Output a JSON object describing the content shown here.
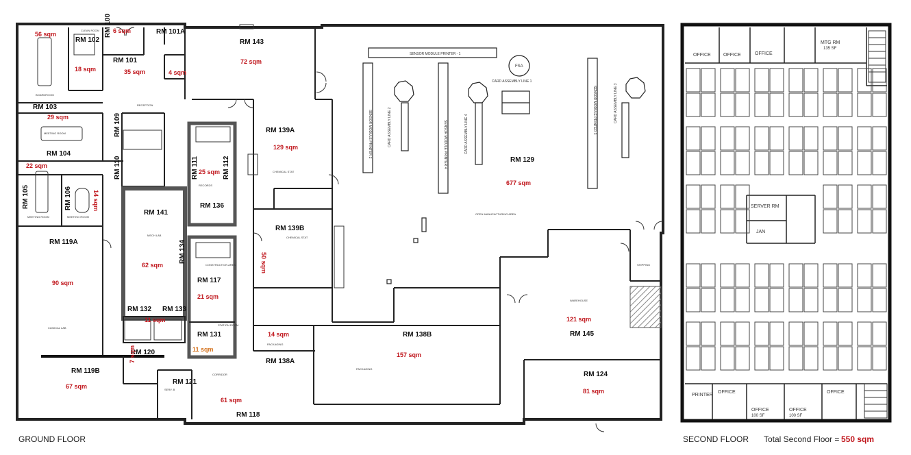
{
  "captions": {
    "ground": "GROUND FLOOR",
    "second": "SECOND FLOOR",
    "total_prefix": "Total Second Floor =",
    "total_value": "550 sqm"
  },
  "rooms": {
    "rm102": "RM 102",
    "rm100": "RM 100",
    "rm101a": "RM 101A",
    "rm101": "RM 101",
    "rm103": "RM 103",
    "rm104": "RM 104",
    "rm109": "RM 109",
    "rm110": "RM 110",
    "rm105": "RM 105",
    "rm106": "RM 106",
    "rm119a": "RM 119A",
    "rm141": "RM 141",
    "rm134": "RM 134",
    "rm111": "RM 111",
    "rm112": "RM 112",
    "rm136": "RM 136",
    "rm117": "RM 117",
    "rm131": "RM 131",
    "rm132": "RM 132",
    "rm133": "RM 133",
    "rm120": "RM 120",
    "rm119b": "RM 119B",
    "rm121": "RM 121",
    "rm118": "RM 118",
    "rm143": "RM 143",
    "rm139a": "RM 139A",
    "rm139b": "RM 139B",
    "rm138a": "RM 138A",
    "rm138b": "RM 138B",
    "rm129": "RM 129",
    "rm145": "RM 145",
    "rm124": "RM 124"
  },
  "areas": {
    "a56": "56 sqm",
    "a6": "6 sqm",
    "a18": "18 sqm",
    "a35": "35 sqm",
    "a4": "4 sqm",
    "a72": "72 sqm",
    "a29": "29 sqm",
    "a129": "129 sqm",
    "a22": "22 sqm",
    "a14v": "14 sqm",
    "a25": "25 sqm",
    "a62": "62 sqm",
    "a90": "90 sqm",
    "a50": "50 sqm",
    "a21": "21 sqm",
    "a11a": "11 sqm",
    "a11b": "11 sqm",
    "a14": "14 sqm",
    "a157": "157 sqm",
    "a7": "7 sqm",
    "a67": "67 sqm",
    "a61": "61 sqm",
    "a121": "121 sqm",
    "a81": "81 sqm",
    "a677": "677 sqm"
  },
  "fixture_labels": {
    "printer1": "SENSOR MODULE PRINTER - 1",
    "printer2": "SENSOR MODULE PRINTER 2",
    "printer4": "SENSOR MODULE PRINTER 4",
    "printer3": "SENSOR MODULE PRINTER 3",
    "line2": "CARD ASSEMBLY LINE 2",
    "line4": "CARD ASSEMBLY LINE 4",
    "line3": "CARD ASSEMBLY LINE 3",
    "line1": "CARD ASSEMBLY LINE 1",
    "fsa": "FSA"
  },
  "second_floor": {
    "office1": "OFFICE",
    "office2": "OFFICE",
    "office3": "OFFICE",
    "mtg": "MTG RM",
    "mtg_area": "135 SF",
    "server": "SERVER RM",
    "jan": "JAN",
    "printer": "PRINTER",
    "office4": "OFFICE",
    "office5": "OFFICE",
    "office6": "OFFICE",
    "office7": "OFFICE",
    "office_area": "100 SF"
  },
  "colors": {
    "wall": "#222222",
    "area_text": "#c0161c",
    "hatch": "#8a8a8a"
  }
}
